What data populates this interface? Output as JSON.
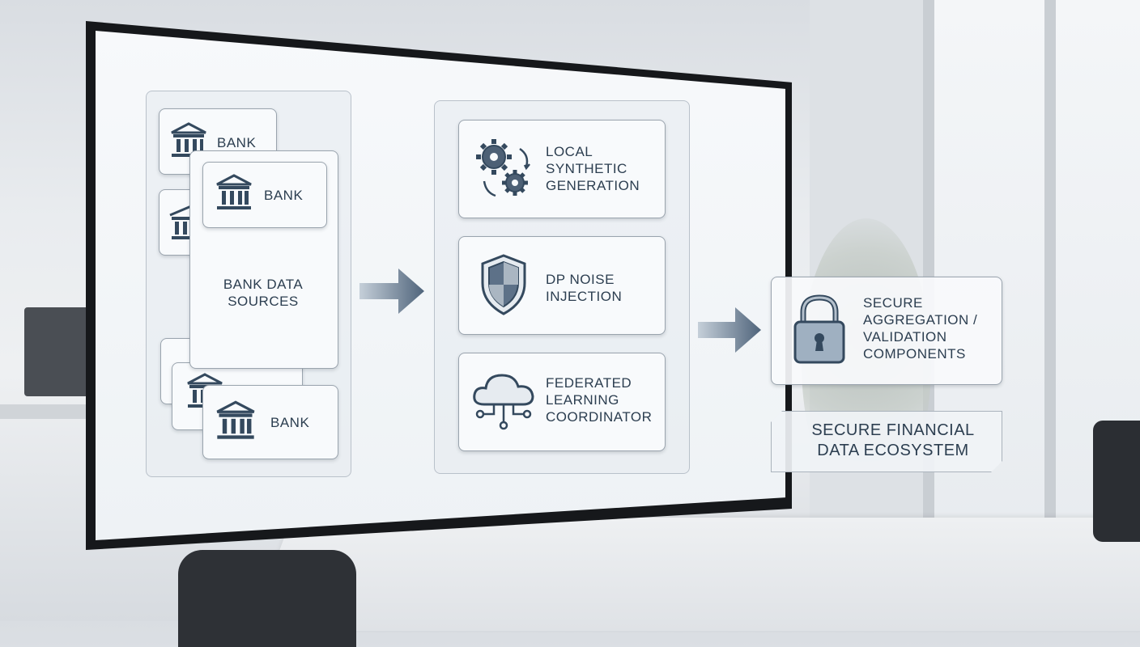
{
  "diagram": {
    "bank_sources": {
      "group_title": "BANK DATA\nSOURCES",
      "banks": [
        {
          "label": "BANK"
        },
        {
          "label": "BANK"
        },
        {
          "label": "BANK"
        }
      ]
    },
    "pipeline": {
      "steps": [
        {
          "label": "LOCAL\nSYNTHETIC\nGENERATION",
          "icon": "gears-icon"
        },
        {
          "label": "DP NOISE\nINJECTION",
          "icon": "shield-icon"
        },
        {
          "label": "FEDERATED\nLEARNING\nCOORDINATOR",
          "icon": "cloud-network-icon"
        }
      ]
    },
    "output": {
      "label": "SECURE\nAGGREGATION /\nVALIDATION\nCOMPONENTS",
      "icon": "padlock-icon"
    },
    "ecosystem_label": "SECURE FINANCIAL\nDATA ECOSYSTEM",
    "colors": {
      "accent": "#5a6f86",
      "icon_stroke": "#34495e",
      "card_border": "#9aa4ae"
    }
  }
}
